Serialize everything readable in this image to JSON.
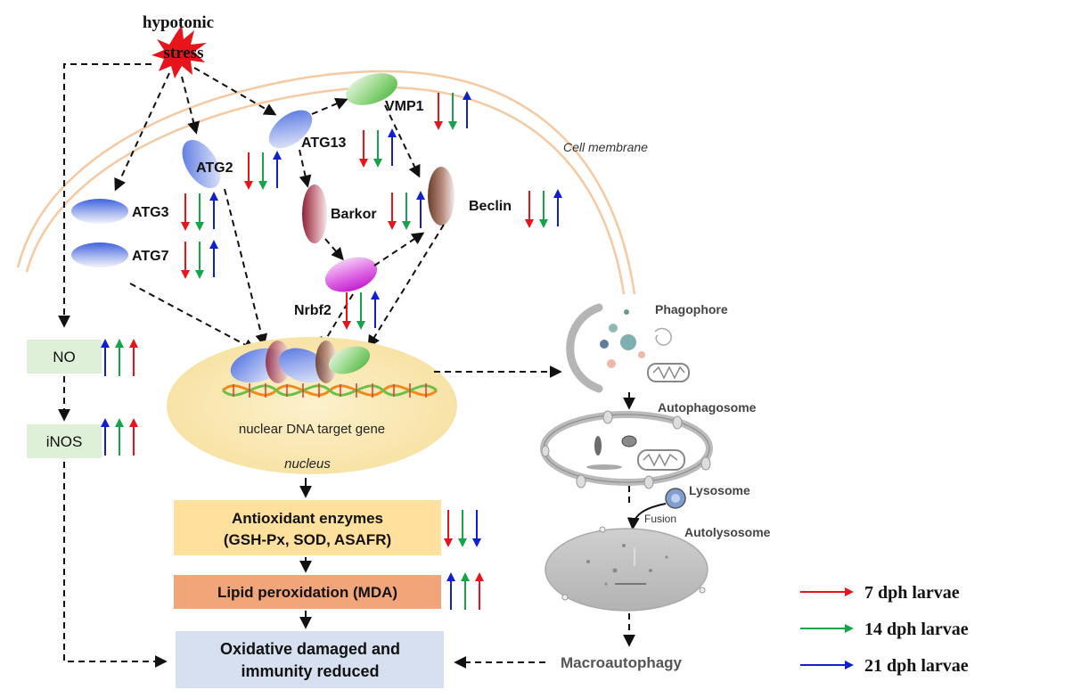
{
  "trigger": {
    "line1": "hypotonic",
    "line2": "stress"
  },
  "cell_membrane_label": "Cell membrane",
  "proteins": {
    "vmp1": "VMP1",
    "atg13": "ATG13",
    "atg2": "ATG2",
    "atg3": "ATG3",
    "atg7": "ATG7",
    "barkor": "Barkor",
    "beclin": "Beclin",
    "nrbf2": "Nrbf2"
  },
  "nucleus": {
    "gene_label": "nuclear DNA target gene",
    "label": "nucleus"
  },
  "left_boxes": {
    "no": "NO",
    "inos": "iNOS"
  },
  "outcome_boxes": {
    "antioxidant_line1": "Antioxidant enzymes",
    "antioxidant_line2": "(GSH-Px, SOD, ASAFR)",
    "lipid": "Lipid peroxidation (MDA)",
    "damage_line1": "Oxidative damaged and",
    "damage_line2": "immunity reduced"
  },
  "autophagy": {
    "phagophore": "Phagophore",
    "autophagosome": "Autophagosome",
    "lysosome": "Lysosome",
    "fusion": "Fusion",
    "autolysosome": "Autolysosome",
    "macroautophagy": "Macroautophagy"
  },
  "legend": [
    {
      "label": "7 dph larvae",
      "color": "#e8141c"
    },
    {
      "label": "14 dph larvae",
      "color": "#17a34a"
    },
    {
      "label": "21 dph larvae",
      "color": "#1020d0"
    }
  ],
  "expression_trends": {
    "VMP1": [
      "down",
      "down",
      "up"
    ],
    "ATG13": [
      "down",
      "down",
      "up"
    ],
    "ATG2": [
      "down",
      "down",
      "up"
    ],
    "ATG3": [
      "down",
      "down",
      "up"
    ],
    "ATG7": [
      "down",
      "down",
      "up"
    ],
    "Barkor": [
      "down",
      "down",
      "up"
    ],
    "Beclin": [
      "down",
      "down",
      "up"
    ],
    "Nrbf2": [
      "down",
      "down",
      "up"
    ],
    "NO": [
      "up",
      "up",
      "up"
    ],
    "iNOS": [
      "up",
      "up",
      "up"
    ],
    "Antioxidant enzymes": [
      "down",
      "down",
      "down"
    ],
    "Lipid peroxidation": [
      "up",
      "up",
      "up"
    ]
  }
}
